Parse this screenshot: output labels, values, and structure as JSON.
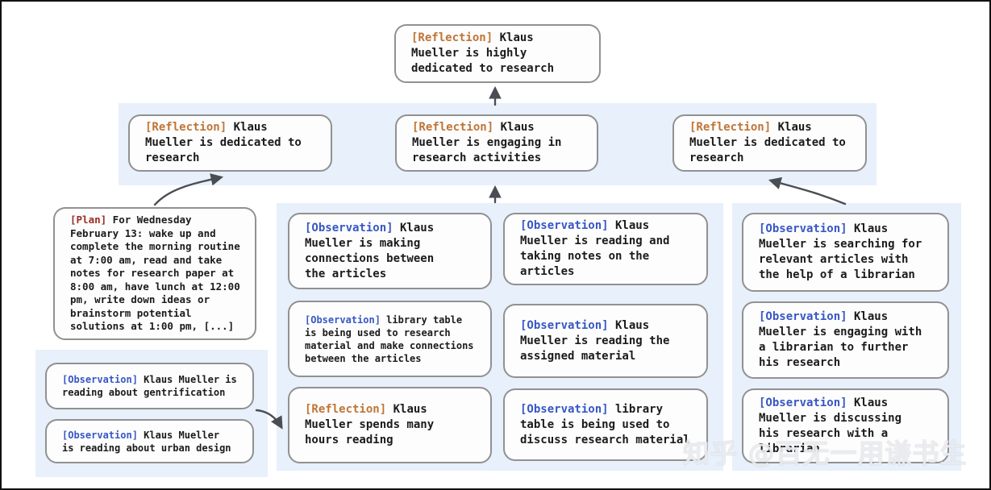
{
  "colors": {
    "reflection": "#bf7536",
    "plan": "#992e22",
    "observation": "#3757c4",
    "band": "#e7f0fb",
    "border": "#919191",
    "arrow": "#4a4e54",
    "text": "#1b1b1b",
    "watermark": "#e9ebee"
  },
  "watermark": {
    "text": "知乎 @百无一用谦书生"
  },
  "tree": {
    "root": {
      "label": "[Reflection]",
      "rest": " Klaus\nMueller is highly\ndedicated to research"
    },
    "level2": [
      {
        "label": "[Reflection]",
        "rest": " Klaus\nMueller is dedicated to\nresearch"
      },
      {
        "label": "[Reflection]",
        "rest": " Klaus\nMueller is engaging in\nresearch activities"
      },
      {
        "label": "[Reflection]",
        "rest": " Klaus\nMueller is dedicated to\nresearch"
      }
    ],
    "plan": {
      "label": "[Plan]",
      "rest": " For Wednesday\nFebruary 13: wake up and\ncomplete the morning routine\nat 7:00 am, read and take\nnotes for research paper at\n8:00 am, have lunch at 12:00\npm, write down ideas or\nbrainstorm potential\nsolutions at 1:00 pm, [...]"
    },
    "left_observations": [
      {
        "label": "[Observation]",
        "rest": " Klaus Mueller is\nreading about gentrification"
      },
      {
        "label": "[Observation]",
        "rest": " Klaus Mueller\nis reading about urban design"
      }
    ],
    "middle_col1": [
      {
        "label": "[Observation]",
        "rest": " Klaus\nMueller is making\nconnections between\nthe articles"
      },
      {
        "label": "[Observation]",
        "rest": " library table\nis being used to research\nmaterial and make connections\nbetween the articles"
      },
      {
        "label": "[Reflection]",
        "rest": " Klaus\nMueller spends many\nhours reading"
      }
    ],
    "middle_col2": [
      {
        "label": "[Observation]",
        "rest": " Klaus\nMueller is reading and\ntaking notes on the\narticles"
      },
      {
        "label": "[Observation]",
        "rest": " Klaus\nMueller is reading the\nassigned material"
      },
      {
        "label": "[Observation]",
        "rest": " library\ntable is being used to\ndiscuss research material"
      }
    ],
    "right_col": [
      {
        "label": "[Observation]",
        "rest": " Klaus\nMueller is searching for\nrelevant articles with\nthe help of a librarian"
      },
      {
        "label": "[Observation]",
        "rest": " Klaus\nMueller is engaging with\na librarian to further\nhis research"
      },
      {
        "label": "[Observation]",
        "rest": " Klaus\nMueller is discussing\nhis research with a\nlibrarian"
      }
    ]
  }
}
